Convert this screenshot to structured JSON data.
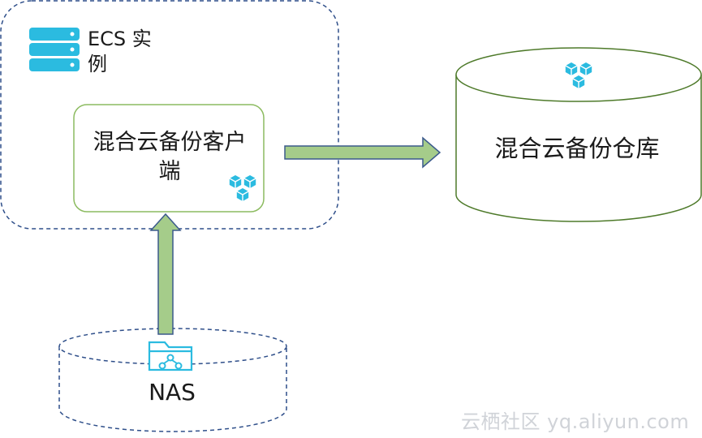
{
  "ecs_instance": {
    "label": "ECS 实例"
  },
  "backup_client": {
    "label": "混合云备份客户端"
  },
  "backup_repository": {
    "label": "混合云备份仓库"
  },
  "nas": {
    "label": "NAS"
  },
  "watermark": {
    "text": "云栖社区 yq.aliyun.com"
  },
  "colors": {
    "dashed_outline": "#2f4f8a",
    "green_outline": "#7aab4f",
    "arrow_fill": "#a5cc8a",
    "arrow_stroke": "#3b5a8c",
    "icon_cyan": "#2bbbe0",
    "repo_outline": "#4e7a2a"
  },
  "icons": {
    "ecs": "server-stack-icon",
    "client": "hybrid-backup-cubes-icon",
    "repository": "hybrid-backup-cubes-icon",
    "nas": "shared-folder-icon"
  },
  "connections": [
    {
      "from": "nas",
      "to": "backup_client"
    },
    {
      "from": "backup_client",
      "to": "backup_repository"
    }
  ]
}
